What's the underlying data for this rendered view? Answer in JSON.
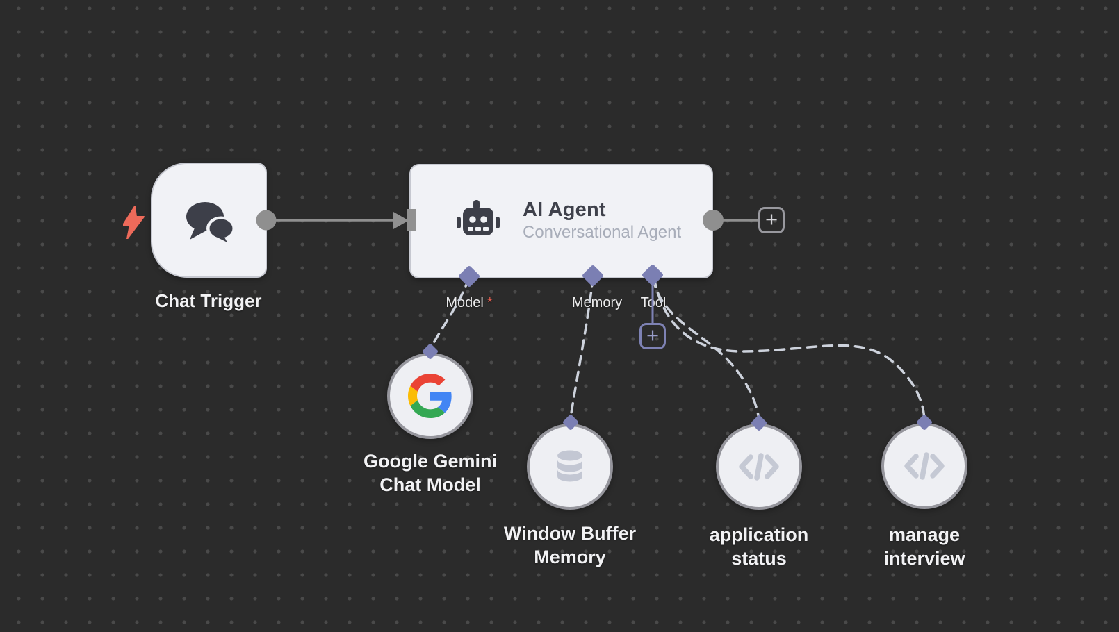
{
  "canvas": {
    "name": "workflow editor canvas"
  },
  "colors": {
    "background": "#2b2b2b",
    "grid_dot": "#4a4a4a",
    "node_fill": "#f1f2f6",
    "node_border": "#c6c8d0",
    "connector_gray": "#8f8f8f",
    "endpoint_purple": "#7b7fb3",
    "dashed_wire": "#cdd2dc",
    "trigger_bolt": "#ed6a5a",
    "required_asterisk": "#e25c4e",
    "agent_title_text": "#3f414b",
    "agent_subtitle_text": "#a8adb9",
    "label_text": "#f2f2f4"
  },
  "nodes": {
    "chat_trigger": {
      "label": "Chat Trigger"
    },
    "ai_agent": {
      "title": "AI Agent",
      "subtitle": "Conversational Agent"
    },
    "google_gemini": {
      "label_line1": "Google Gemini",
      "label_line2": "Chat Model"
    },
    "window_buffer_memory": {
      "label_line1": "Window Buffer",
      "label_line2": "Memory"
    },
    "application_status": {
      "label_line1": "application",
      "label_line2": "status"
    },
    "manage_interview": {
      "label_line1": "manage",
      "label_line2": "interview"
    }
  },
  "ports": {
    "model": {
      "label": "Model",
      "required_marker": "*"
    },
    "memory": {
      "label": "Memory"
    },
    "tool": {
      "label": "Tool"
    }
  },
  "icons": {
    "plus": "+"
  }
}
